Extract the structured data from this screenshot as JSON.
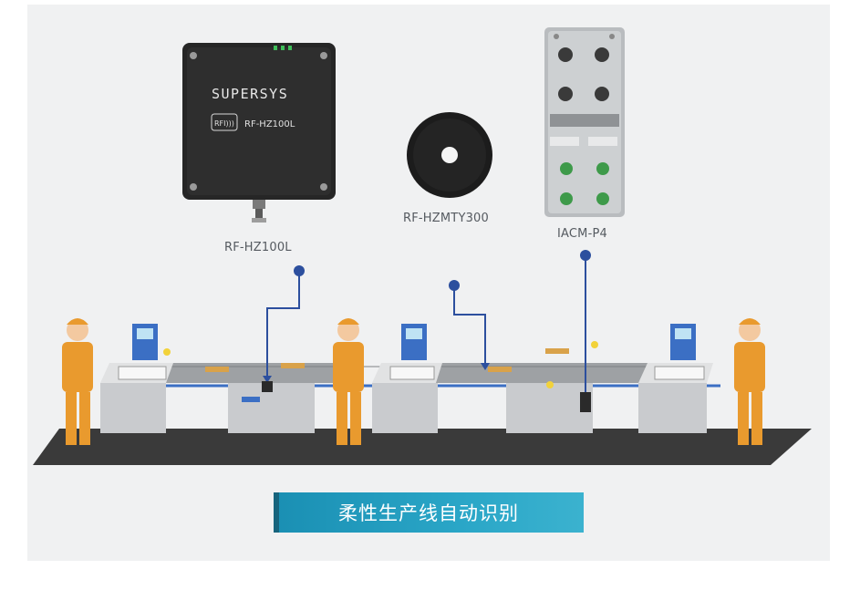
{
  "labels": {
    "reader": "RF-HZ100L",
    "tag": "RF-HZMTY300",
    "module": "IACM-P4"
  },
  "reader_device": {
    "brand": "SUPERSYS",
    "rfid_logo": "RFI)))",
    "model": "RF-HZ100L"
  },
  "banner": {
    "text": "柔性生产线自动识别"
  },
  "colors": {
    "panel": "#f0f1f2",
    "leader": "#2c4f9e",
    "banner": "#2aa6c7",
    "worker_suit": "#e99a2e",
    "belt": "#3b6fc4",
    "machine": "#c9cbce"
  }
}
